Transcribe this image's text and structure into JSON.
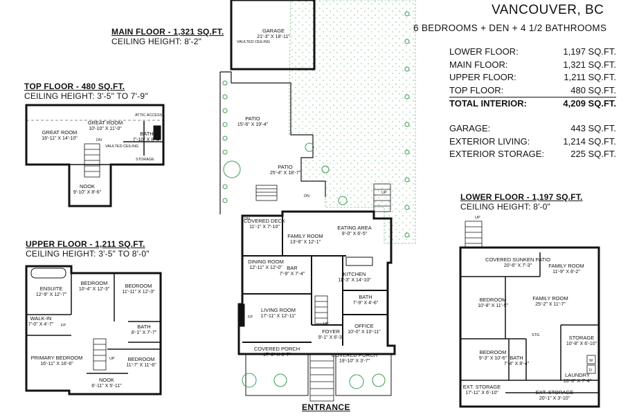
{
  "header": {
    "city": "VANCOUVER, BC",
    "summary_line": "6 BEDROOMS + DEN + 4 1/2 BATHROOMS"
  },
  "area_summary": [
    {
      "label": "LOWER FLOOR:",
      "value": "1,197 SQ.FT."
    },
    {
      "label": "MAIN FLOOR:",
      "value": "1,321 SQ.FT."
    },
    {
      "label": "UPPER FLOOR:",
      "value": "1,211 SQ.FT."
    },
    {
      "label": "TOP FLOOR:",
      "value": "480 SQ.FT."
    },
    {
      "label": "TOTAL INTERIOR:",
      "value": "4,209 SQ.FT."
    },
    {
      "label": "GARAGE:",
      "value": "443 SQ.FT."
    },
    {
      "label": "EXTERIOR LIVING:",
      "value": "1,214 SQ.FT."
    },
    {
      "label": "EXTERIOR STORAGE:",
      "value": "225 SQ.FT."
    }
  ],
  "floors": {
    "main": {
      "title": "MAIN FLOOR - 1,321 SQ.FT.",
      "ceiling": "CEILING HEIGHT: 8'-2\"",
      "rooms": [
        {
          "name": "GARAGE",
          "dim": "21'-3\" X 18'-11\""
        },
        {
          "name": "PATIO",
          "dim": "15'-6\" X 19'-4\""
        },
        {
          "name": "PATIO",
          "dim": "25'-4\" X 18'-7\""
        },
        {
          "name": "COVERED DECK",
          "dim": "11'-1\" X 7'-10\""
        },
        {
          "name": "FAMILY ROOM",
          "dim": "13'-6\" X 12'-1\""
        },
        {
          "name": "EATING AREA",
          "dim": "9'-0\" X 6'-5\""
        },
        {
          "name": "DINING ROOM",
          "dim": "12'-11\" X 12'-0\""
        },
        {
          "name": "BAR",
          "dim": "7'-9\" X 7'-4\""
        },
        {
          "name": "KITCHEN",
          "dim": "11'-3\" X 14'-10\""
        },
        {
          "name": "BATH",
          "dim": "7'-9\" X 4'-6\""
        },
        {
          "name": "LIVING ROOM",
          "dim": "17'-11\" X 12'-11\""
        },
        {
          "name": "FOYER",
          "dim": "9'-1\" X 6'-3\""
        },
        {
          "name": "OFFICE",
          "dim": "10'-0\" X 10'-11\""
        },
        {
          "name": "COVERED PORCH",
          "dim": "17'-8\" X 6'-7\""
        },
        {
          "name": "COVERED PORCH",
          "dim": "19'-10\" X 3'-7\""
        }
      ]
    },
    "top": {
      "title": "TOP FLOOR - 480 SQ.FT.",
      "ceiling": "CEILING HEIGHT: 3'-5\" TO 7'-9\"",
      "rooms": [
        {
          "name": "GREAT ROOM",
          "dim": "10'-10\" X 11'-0\""
        },
        {
          "name": "GREAT ROOM",
          "dim": "16'-11\" X 14'-10\""
        },
        {
          "name": "BATH",
          "dim": "7'-10\" X 8'-4\""
        },
        {
          "name": "NOOK",
          "dim": "9'-10\" X 8'-6\""
        }
      ]
    },
    "upper": {
      "title": "UPPER FLOOR - 1,211 SQ.FT.",
      "ceiling": "CEILING HEIGHT: 3'-5\" TO 8'-0\"",
      "rooms": [
        {
          "name": "ENSUITE",
          "dim": "12'-9\" X 12'-7\""
        },
        {
          "name": "BEDROOM",
          "dim": "10'-4\" X 12'-3\""
        },
        {
          "name": "BEDROOM",
          "dim": "11'-11\" X 12'-3\""
        },
        {
          "name": "WALK-IN",
          "dim": "7'-0\" X 4'-7\""
        },
        {
          "name": "BATH",
          "dim": "8'-1\" X 7'-7\""
        },
        {
          "name": "PRIMARY BEDROOM",
          "dim": "16'-11\" X 16'-6\""
        },
        {
          "name": "BEDROOM",
          "dim": "11'-7\" X 11'-6\""
        },
        {
          "name": "NOOK",
          "dim": "6'-11\" X 5'-11\""
        }
      ]
    },
    "lower": {
      "title": "LOWER FLOOR - 1,197 SQ.FT.",
      "ceiling": "CEILING HEIGHT: 8'-0\"",
      "rooms": [
        {
          "name": "COVERED SUNKEN PATIO",
          "dim": "20'-6\" X 7'-3\""
        },
        {
          "name": "FAMILY ROOM",
          "dim": "11'-9\" X 8'-2\""
        },
        {
          "name": "BEDROOM",
          "dim": "10'-8\" X 11'-5\""
        },
        {
          "name": "FAMILY ROOM",
          "dim": "25'-2\" X 11'-7\""
        },
        {
          "name": "STORAGE",
          "dim": "10'-8\" X 6'-10\""
        },
        {
          "name": "BEDROOM",
          "dim": "9'-3\" X 10'-6\""
        },
        {
          "name": "BATH",
          "dim": "7'-4\" X 8'-4\""
        },
        {
          "name": "LAUNDRY",
          "dim": "10'-8\" X 7'-4\""
        },
        {
          "name": "EXT. STORAGE",
          "dim": "17'-11\" X 6'-10\""
        },
        {
          "name": "EXT. STORAGE",
          "dim": "20'-1\" X 3'-10\""
        }
      ]
    }
  },
  "entrance_label": "ENTRANCE",
  "annotations": [
    "DN",
    "DN",
    "UP",
    "UP",
    "UP",
    "DN",
    "UP",
    "FP",
    "FP",
    "W",
    "D",
    "STG",
    "ATTIC ACCESS",
    "VAULTED CEILING",
    "VAULTED CEILING",
    "STORAGE"
  ]
}
